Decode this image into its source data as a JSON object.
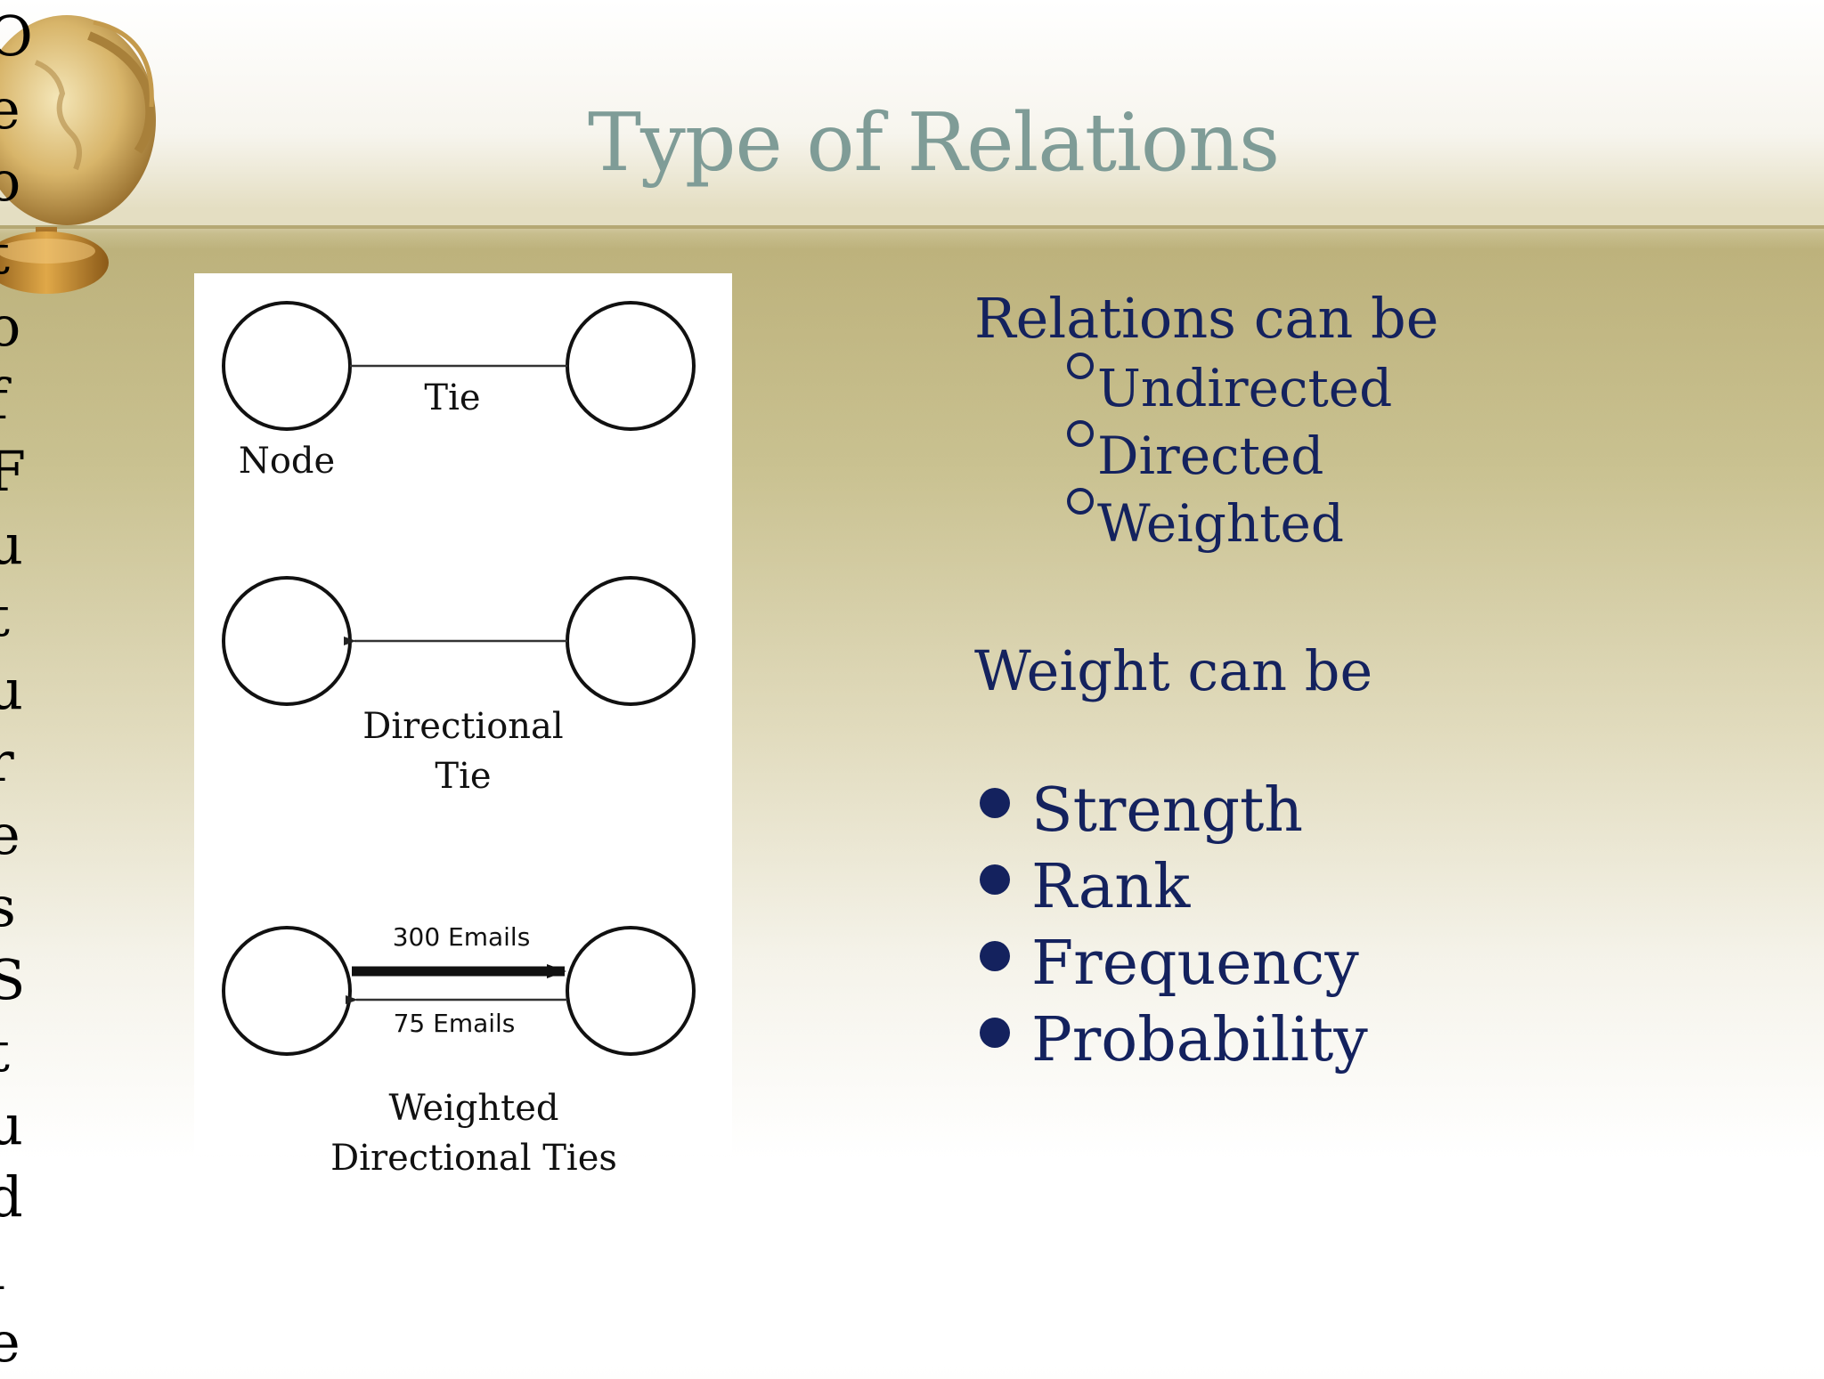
{
  "slide": {
    "title": "Type of Relations",
    "sidebar_letters": [
      "O",
      "e",
      "o",
      "t",
      "o",
      "f",
      "F",
      "u",
      "t",
      "u",
      "r",
      "e",
      "s",
      "S",
      "t",
      "u",
      "d",
      "i",
      "e"
    ]
  },
  "diagram": {
    "tie_label": "Tie",
    "node_label": "Node",
    "directional_label_1": "Directional",
    "directional_label_2": "Tie",
    "weight_top_label": "300 Emails",
    "weight_bottom_label": "75 Emails",
    "weighted_label_1": "Weighted",
    "weighted_label_2": "Directional Ties"
  },
  "content": {
    "relations_heading": "Relations can be",
    "relation_types": [
      "Undirected",
      "Directed",
      "Weighted"
    ],
    "weight_heading": "Weight can be",
    "weight_types": [
      "Strength",
      "Rank",
      "Frequency",
      "Probability"
    ]
  },
  "colors": {
    "title": "#7f9c97",
    "body_text": "#14225e",
    "rule": "#b5a874"
  }
}
